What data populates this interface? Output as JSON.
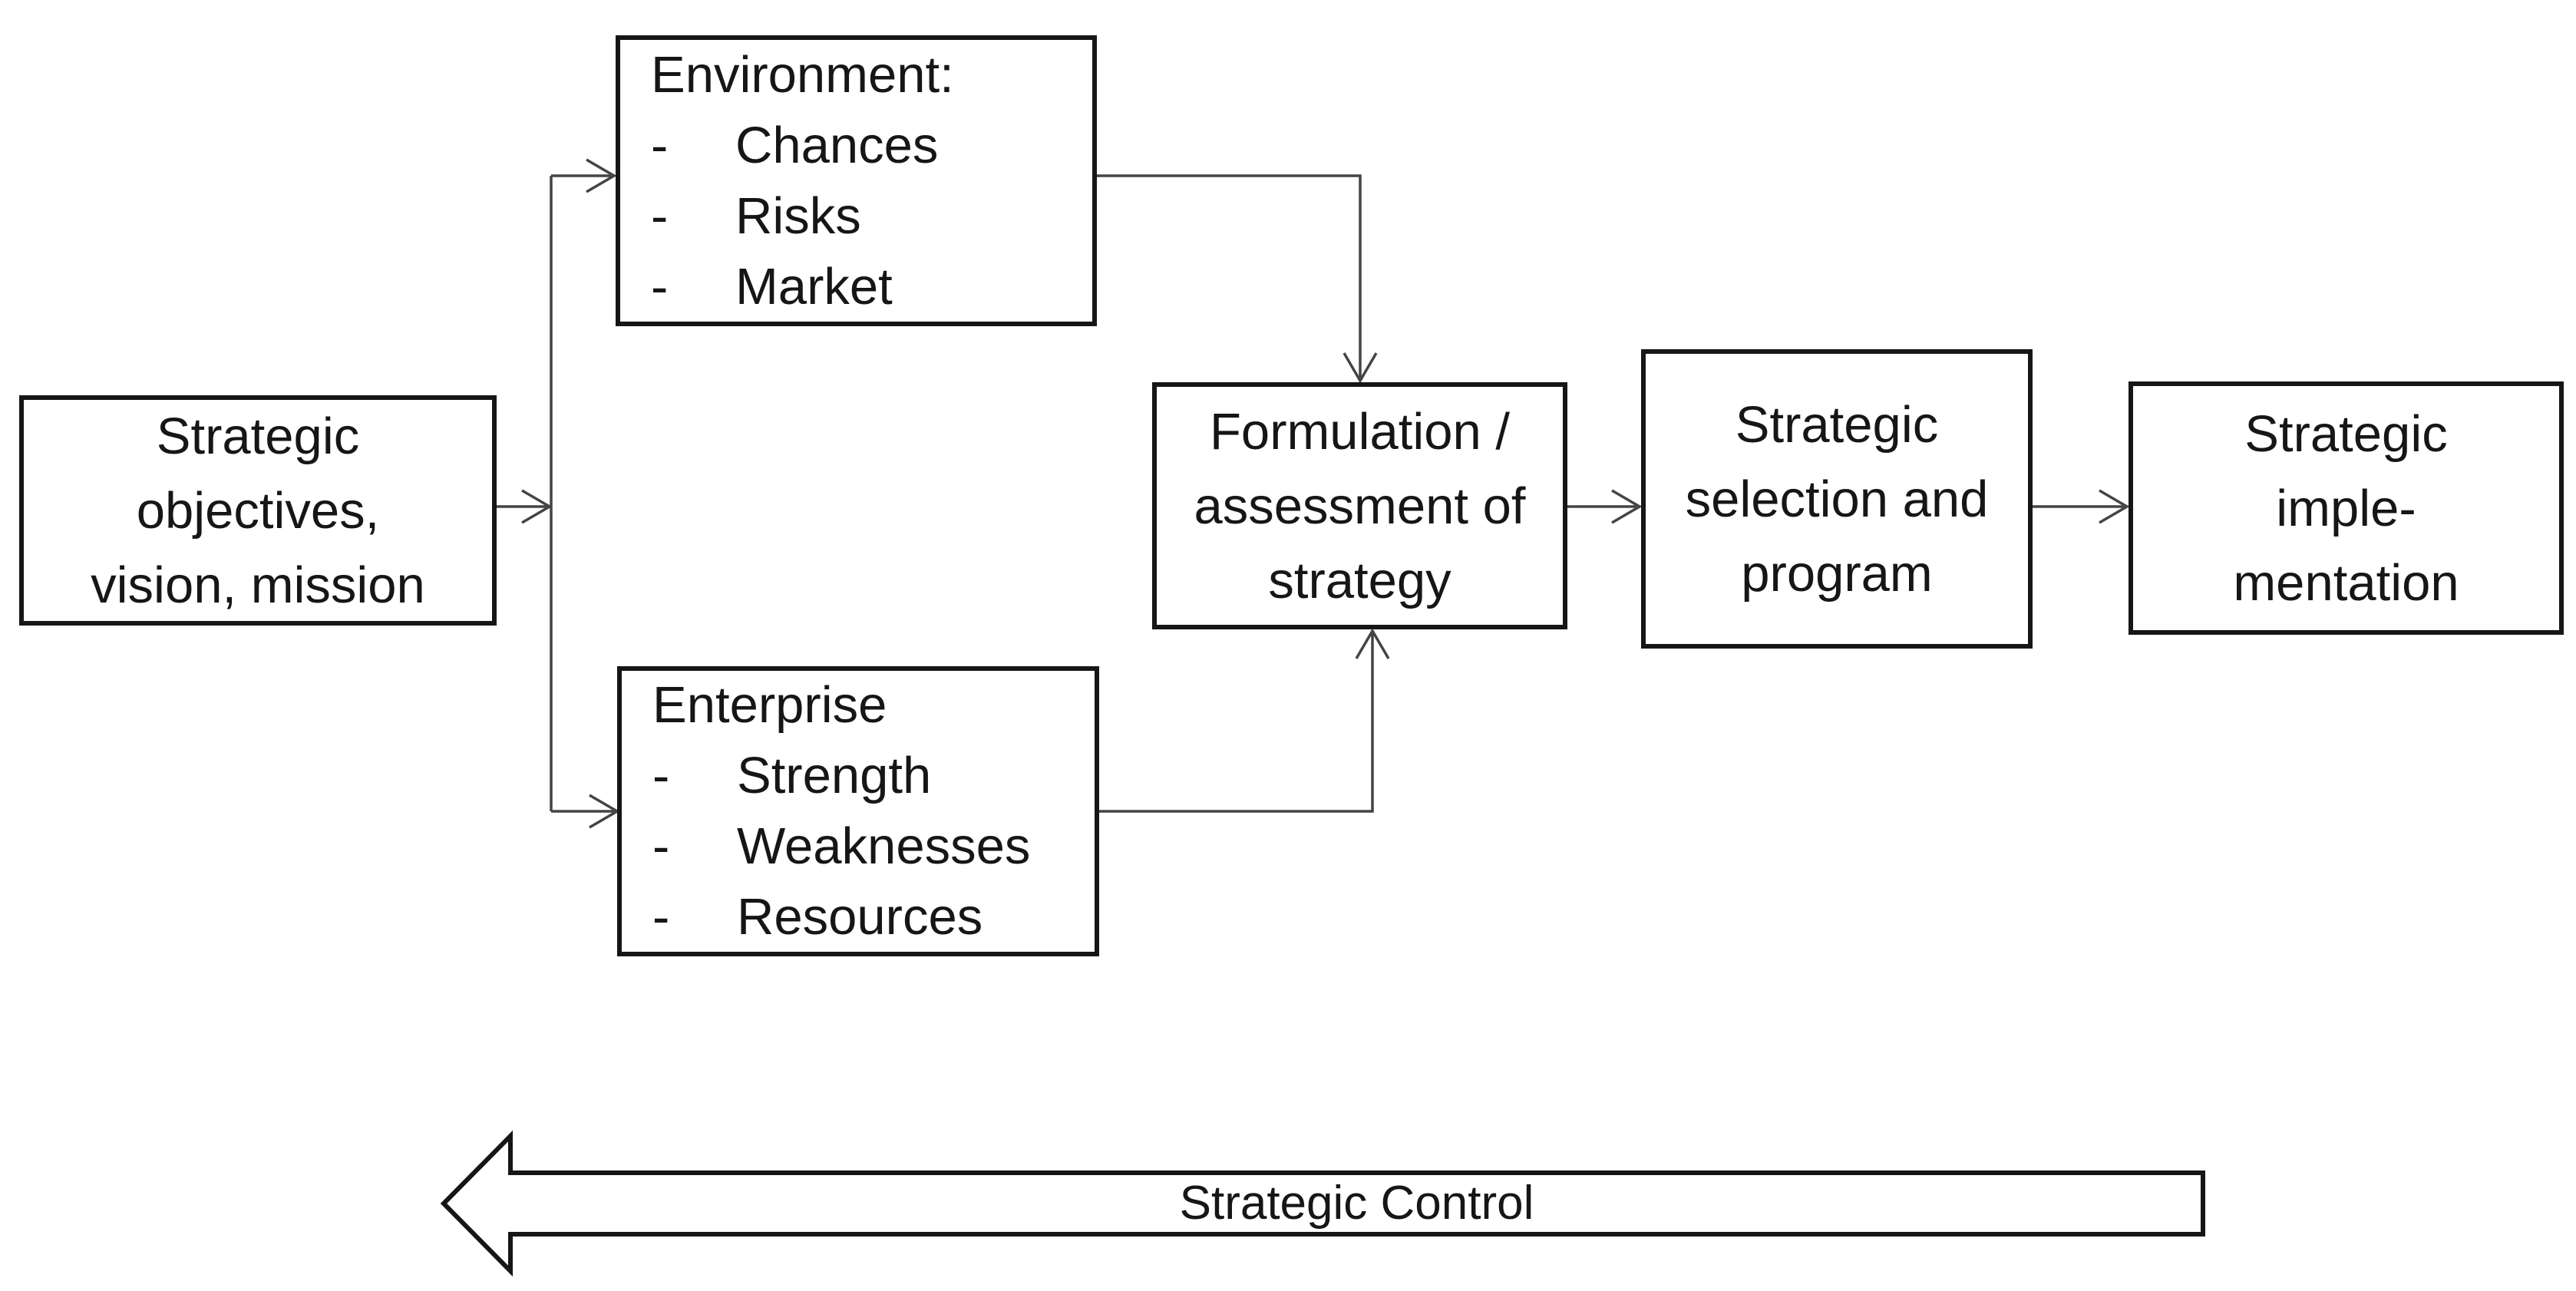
{
  "boxes": {
    "objectives": {
      "lines": [
        "Strategic",
        "objectives,",
        "vision, mission"
      ]
    },
    "environment": {
      "title": "Environment:",
      "bullet_char": "-",
      "bullets": [
        "Chances",
        "Risks",
        "Market"
      ]
    },
    "enterprise": {
      "title": "Enterprise",
      "bullet_char": "-",
      "bullets": [
        "Strength",
        "Weaknesses",
        "Resources"
      ]
    },
    "formulation": {
      "lines": [
        "Formulation /",
        "assessment of",
        "strategy"
      ]
    },
    "selection": {
      "lines": [
        "Strategic",
        "selection and",
        "program"
      ]
    },
    "implementation": {
      "lines": [
        "Strategic",
        "imple-",
        "mentation"
      ]
    }
  },
  "control_arrow": {
    "label": "Strategic Control"
  },
  "colors": {
    "background": "#ffffff",
    "box_border": "#161616",
    "text": "#161616",
    "connector": "#444444"
  }
}
